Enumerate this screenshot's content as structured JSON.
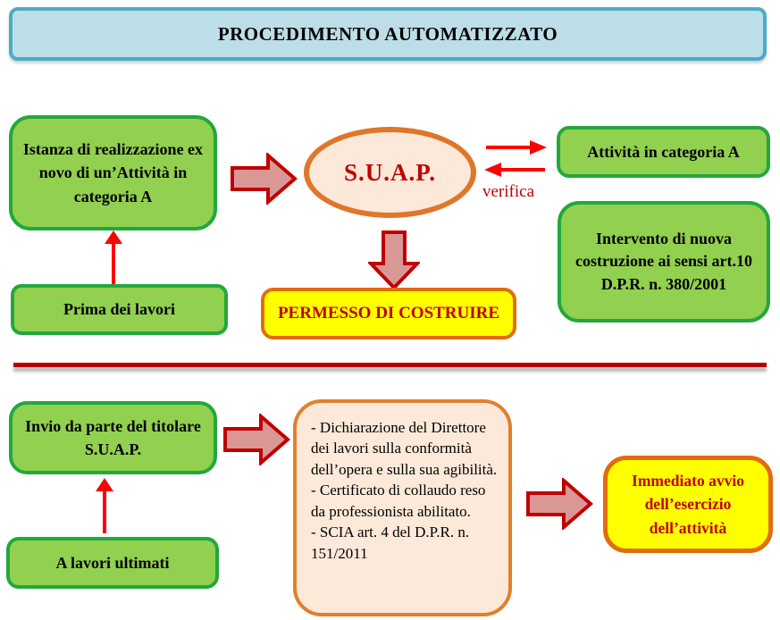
{
  "title_banner": {
    "label": "PROCEDIMENTO AUTOMATIZZATO"
  },
  "top_flow": {
    "istanza_box": {
      "label": "Istanza di realizzazione ex novo di un’Attività in categoria A"
    },
    "prima_box": {
      "label": "Prima dei lavori"
    },
    "suap_node": {
      "label": "S.U.A.P."
    },
    "verifica_label": "verifica",
    "categoria_box": {
      "label": "Attività in categoria A"
    },
    "intervento_box": {
      "label": "Intervento di nuova costruzione ai sensi art.10 D.P.R. n. 380/2001"
    },
    "permesso_box": {
      "label": "PERMESSO DI COSTRUIRE"
    }
  },
  "bottom_flow": {
    "invio_box": {
      "label": "Invio da parte del titolare S.U.A.P."
    },
    "lavori_box": {
      "label": "A lavori ultimati"
    },
    "documents_box": {
      "items": [
        "- Dichiarazione del Direttore dei lavori sulla conformità dell’opera e sulla sua agibilità.",
        "- Certificato di collaudo reso da professionista abilitato.",
        "- SCIA art. 4 del D.P.R. n. 151/2011"
      ]
    },
    "avvio_box": {
      "label": "Immediato avvio dell’esercizio dell’attività"
    }
  },
  "colors": {
    "banner_fill": "#BDDDE8",
    "banner_border": "#4BACC6",
    "green_fill": "#92D050",
    "green_border": "#22A83C",
    "peach_fill": "#FCE9D9",
    "orange_border": "#E0762A",
    "yellow_fill": "#FFFF00",
    "yellow_border": "#E36C0A",
    "block_arrow_fill": "#D99896",
    "block_arrow_border": "#C00000",
    "thin_arrow_red": "#FF0000",
    "dark_red_text": "#C00000",
    "divider_red": "#B70000"
  }
}
